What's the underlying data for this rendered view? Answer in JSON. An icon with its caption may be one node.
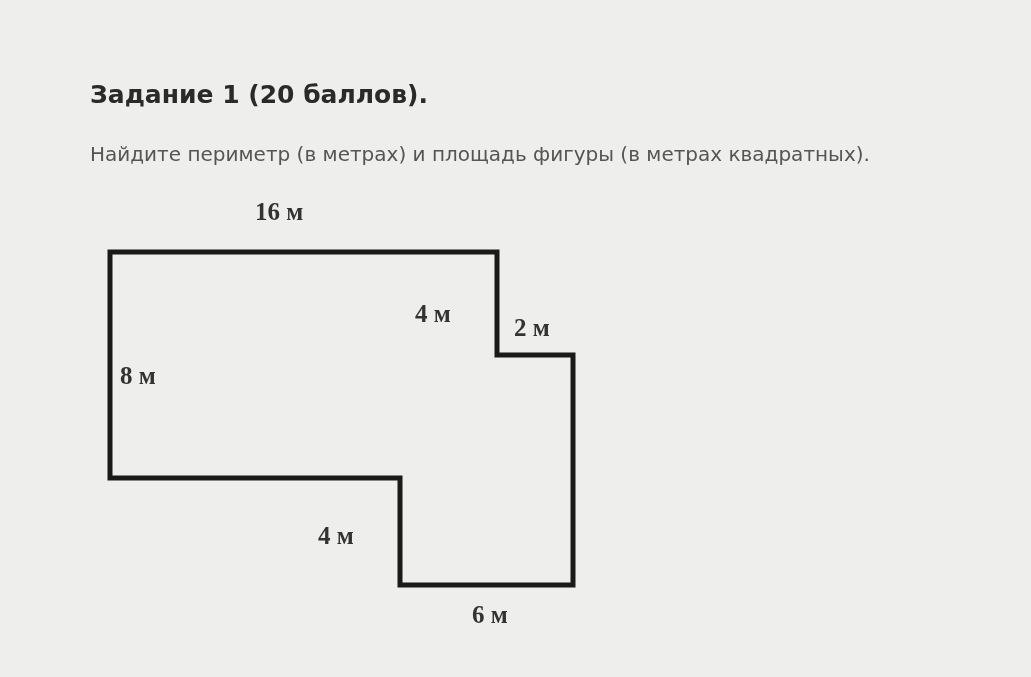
{
  "diagram": {
    "title": "Задание 1 (20 баллов).",
    "labels": [
      "Найдите периметр (в метрах) и площадь фигуры (в метрах квадратных).",
      "16 м",
      "4 м",
      "2 м",
      "8 м",
      "4 м",
      "6 м"
    ]
  }
}
